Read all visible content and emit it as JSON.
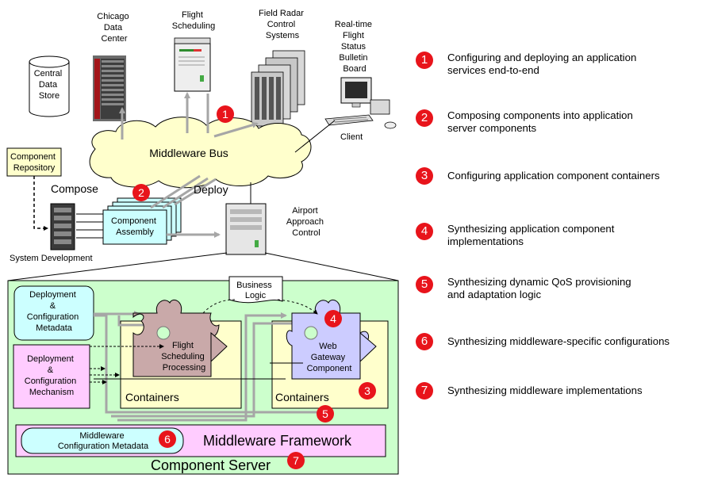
{
  "diagram": {
    "nodes": {
      "chicago_data_center": [
        "Chicago",
        "Data",
        "Center"
      ],
      "flight_scheduling": [
        "Flight",
        "Scheduling"
      ],
      "field_radar": [
        "Field Radar",
        "Control",
        "Systems"
      ],
      "status_board": [
        "Real-time",
        "Flight",
        "Status",
        "Bulletin",
        "Board"
      ],
      "central_data_store": [
        "Central",
        "Data",
        "Store"
      ],
      "middleware_bus": "Middleware Bus",
      "client": "Client",
      "component_repository": [
        "Component",
        "Repository"
      ],
      "compose": "Compose",
      "deploy": "Deploy",
      "component_assembly": [
        "Component",
        "Assembly"
      ],
      "system_development": "System Development",
      "airport_approach_control": [
        "Airport",
        "Approach",
        "Control"
      ],
      "business_logic": [
        "Business",
        "Logic"
      ],
      "dc_metadata": [
        "Deployment",
        "&",
        "Configuration",
        "Metadata"
      ],
      "dc_mechanism": [
        "Deployment",
        "&",
        "Configuration",
        "Mechanism"
      ],
      "flight_scheduling_processing": [
        "Flight",
        "Scheduling",
        "Processing"
      ],
      "web_gateway_component": [
        "Web",
        "Gateway",
        "Component"
      ],
      "containers_left": "Containers",
      "containers_right": "Containers",
      "middleware_config_metadata": [
        "Middleware",
        "Configuration Metadata"
      ],
      "middleware_framework": "Middleware Framework",
      "component_server": "Component Server"
    },
    "badges": [
      "1",
      "2",
      "3",
      "4",
      "5",
      "6",
      "7"
    ]
  },
  "steps": [
    {
      "num": "1",
      "lines": [
        "Configuring and deploying an application",
        "services end-to-end"
      ]
    },
    {
      "num": "2",
      "lines": [
        "Composing components into application",
        "server components"
      ]
    },
    {
      "num": "3",
      "lines": [
        "Configuring application component containers"
      ]
    },
    {
      "num": "4",
      "lines": [
        "Synthesizing application component",
        "implementations"
      ]
    },
    {
      "num": "5",
      "lines": [
        "Synthesizing dynamic QoS provisioning",
        "and adaptation logic"
      ]
    },
    {
      "num": "6",
      "lines": [
        "Synthesizing middleware-specific configurations"
      ]
    },
    {
      "num": "7",
      "lines": [
        "Synthesizing middleware implementations"
      ]
    }
  ],
  "colors": {
    "badge": "#e8141b",
    "cloud": "#ffffcc",
    "component_server_bg": "#ccffcc",
    "container_bg": "#ffffcc",
    "mechanism_bg": "#ffccff",
    "metadata_bg": "#ccffff",
    "flight_component": "#c9a9a9",
    "web_component": "#ccccff",
    "arrow": "#a6a6a6"
  }
}
